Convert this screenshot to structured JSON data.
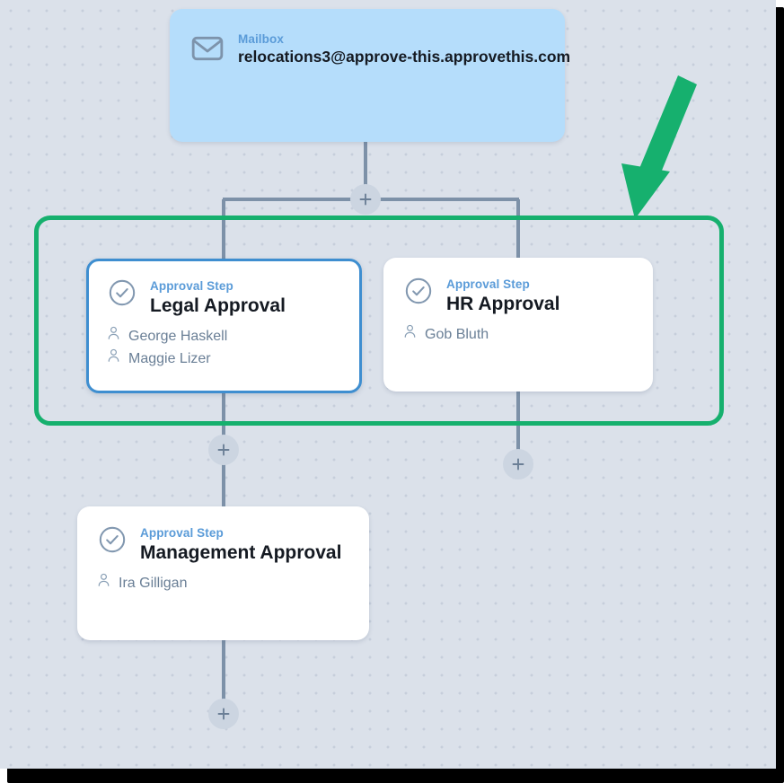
{
  "canvas": {
    "background_color": "#dbe1ea",
    "dot_color": "#c6cedb",
    "connector_color": "#7d91a8",
    "highlight_color": "#16b06e",
    "selected_border_color": "#3e8ed0"
  },
  "annotation": {
    "arrow_name": "green-arrow-annotation",
    "arrow_color": "#16b06e",
    "highlight_name": "green-highlight-rectangle"
  },
  "nodes": {
    "mailbox": {
      "kicker": "Mailbox",
      "title": "relocations3@approve-this.approvethis.com",
      "icon": "envelope-icon"
    },
    "legal": {
      "kicker": "Approval Step",
      "title": "Legal Approval",
      "icon": "check-circle-icon",
      "selected": true,
      "approvers": [
        {
          "name": "George Haskell",
          "icon": "user-icon"
        },
        {
          "name": "Maggie Lizer",
          "icon": "user-icon"
        }
      ]
    },
    "hr": {
      "kicker": "Approval Step",
      "title": "HR Approval",
      "icon": "check-circle-icon",
      "selected": false,
      "approvers": [
        {
          "name": "Gob Bluth",
          "icon": "user-icon"
        }
      ]
    },
    "management": {
      "kicker": "Approval Step",
      "title": "Management Approval",
      "icon": "check-circle-icon",
      "selected": false,
      "approvers": [
        {
          "name": "Ira Gilligan",
          "icon": "user-icon"
        }
      ]
    }
  },
  "add_buttons": [
    {
      "name": "add-step-branch",
      "label": "+"
    },
    {
      "name": "add-step-after-legal",
      "label": "+"
    },
    {
      "name": "add-step-after-hr",
      "label": "+"
    },
    {
      "name": "add-step-after-management",
      "label": "+"
    }
  ]
}
